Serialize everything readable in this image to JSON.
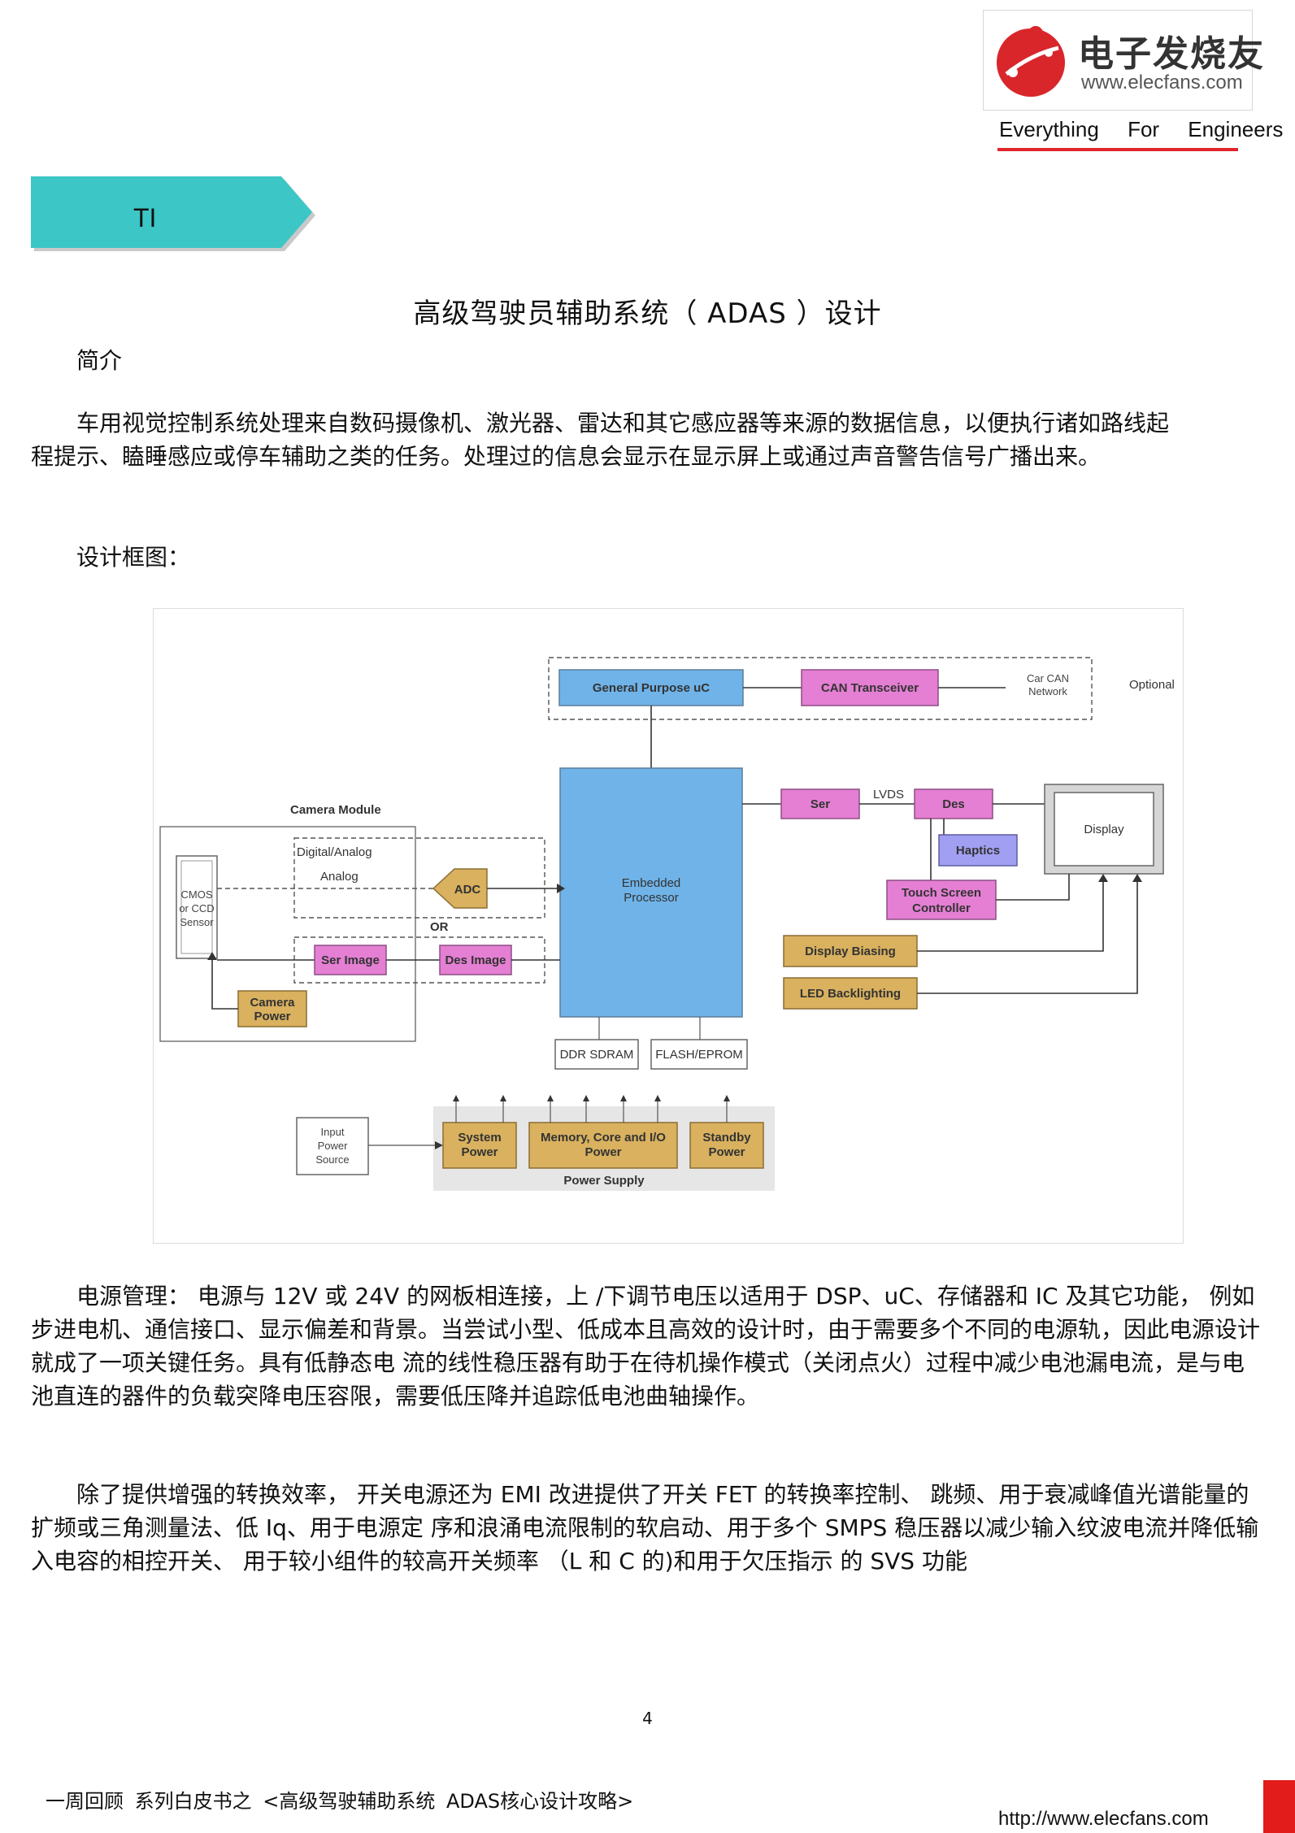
{
  "header": {
    "logo_text_cn": "电子发烧友",
    "logo_url_text": "www.elecfans.com",
    "tagline": "Everything For Engineers",
    "colors": {
      "accent_red": "#e0262c",
      "tab_teal": "#3cc6c6"
    }
  },
  "section_tab": {
    "label": "TI"
  },
  "document": {
    "title": "高级驾驶员辅助系统（ ADAS ）设计",
    "intro_heading": "简介",
    "intro_text": "车用视觉控制系统处理来自数码摄像机、激光器、雷达和其它感应器等来源的数据信息，以便执行诸如路线起程提示、瞌睡感应或停车辅助之类的任务。处理过的信息会显示在显示屏上或通过声音警告信号广播出来。",
    "framework_heading": "设计框图：",
    "power_text": "电源管理： 电源与 12V 或 24V 的网板相连接，上 /下调节电压以适用于 DSP、uC、存储器和 IC 及其它功能， 例如步进电机、通信接口、显示偏差和背景。当尝试小型、低成本且高效的设计时，由于需要多个不同的电源轨，因此电源设计就成了一项关键任务。具有低静态电 流的线性稳压器有助于在待机操作模式（关闭点火）过程中减少电池漏电流，是与电池直连的器件的负载突降电压容限，需要低压降并追踪低电池曲轴操作。",
    "switch_text": "除了提供增强的转换效率， 开关电源还为 EMI 改进提供了开关 FET 的转换率控制、 跳频、用于衰减峰值光谱能量的扩频或三角测量法、低 Iq、用于电源定 序和浪涌电流限制的软启动、用于多个 SMPS 稳压器以减少输入纹波电流并降低输入电容的相控开关、 用于较小组件的较高开关频率 （L 和 C 的)和用于欠压指示 的 SVS 功能"
  },
  "diagram": {
    "optional_label": "Optional",
    "general_purpose_uc": "General Purpose uC",
    "can_transceiver": "CAN Transceiver",
    "car_can_network_line1": "Car CAN",
    "car_can_network_line2": "Network",
    "camera_module": "Camera Module",
    "digital_analog": "Digital/Analog",
    "analog": "Analog",
    "cmos_line1": "CMOS",
    "cmos_line2": "or CCD",
    "cmos_line3": "Sensor",
    "adc": "ADC",
    "or_label": "OR",
    "ser_image": "Ser Image",
    "des_image": "Des Image",
    "camera_power_line1": "Camera",
    "camera_power_line2": "Power",
    "embedded_line1": "Embedded",
    "embedded_line2": "Processor",
    "ser": "Ser",
    "lvds": "LVDS",
    "des": "Des",
    "display": "Display",
    "haptics": "Haptics",
    "touch_line1": "Touch Screen",
    "touch_line2": "Controller",
    "display_biasing": "Display Biasing",
    "led_backlighting": "LED Backlighting",
    "ddr_sdram": "DDR SDRAM",
    "flash_eprom": "FLASH/EPROM",
    "input_line1": "Input",
    "input_line2": "Power",
    "input_line3": "Source",
    "system_line1": "System",
    "system_line2": "Power",
    "memory_line1": "Memory, Core and I/O",
    "memory_line2": "Power",
    "standby_line1": "Standby",
    "standby_line2": "Power",
    "power_supply": "Power Supply"
  },
  "footer": {
    "page_number": "4",
    "caption": "一周回顾 系列白皮书之 <高级驾驶辅助系统 ADAS核心设计攻略>",
    "url": "http://www.elecfans.com"
  }
}
